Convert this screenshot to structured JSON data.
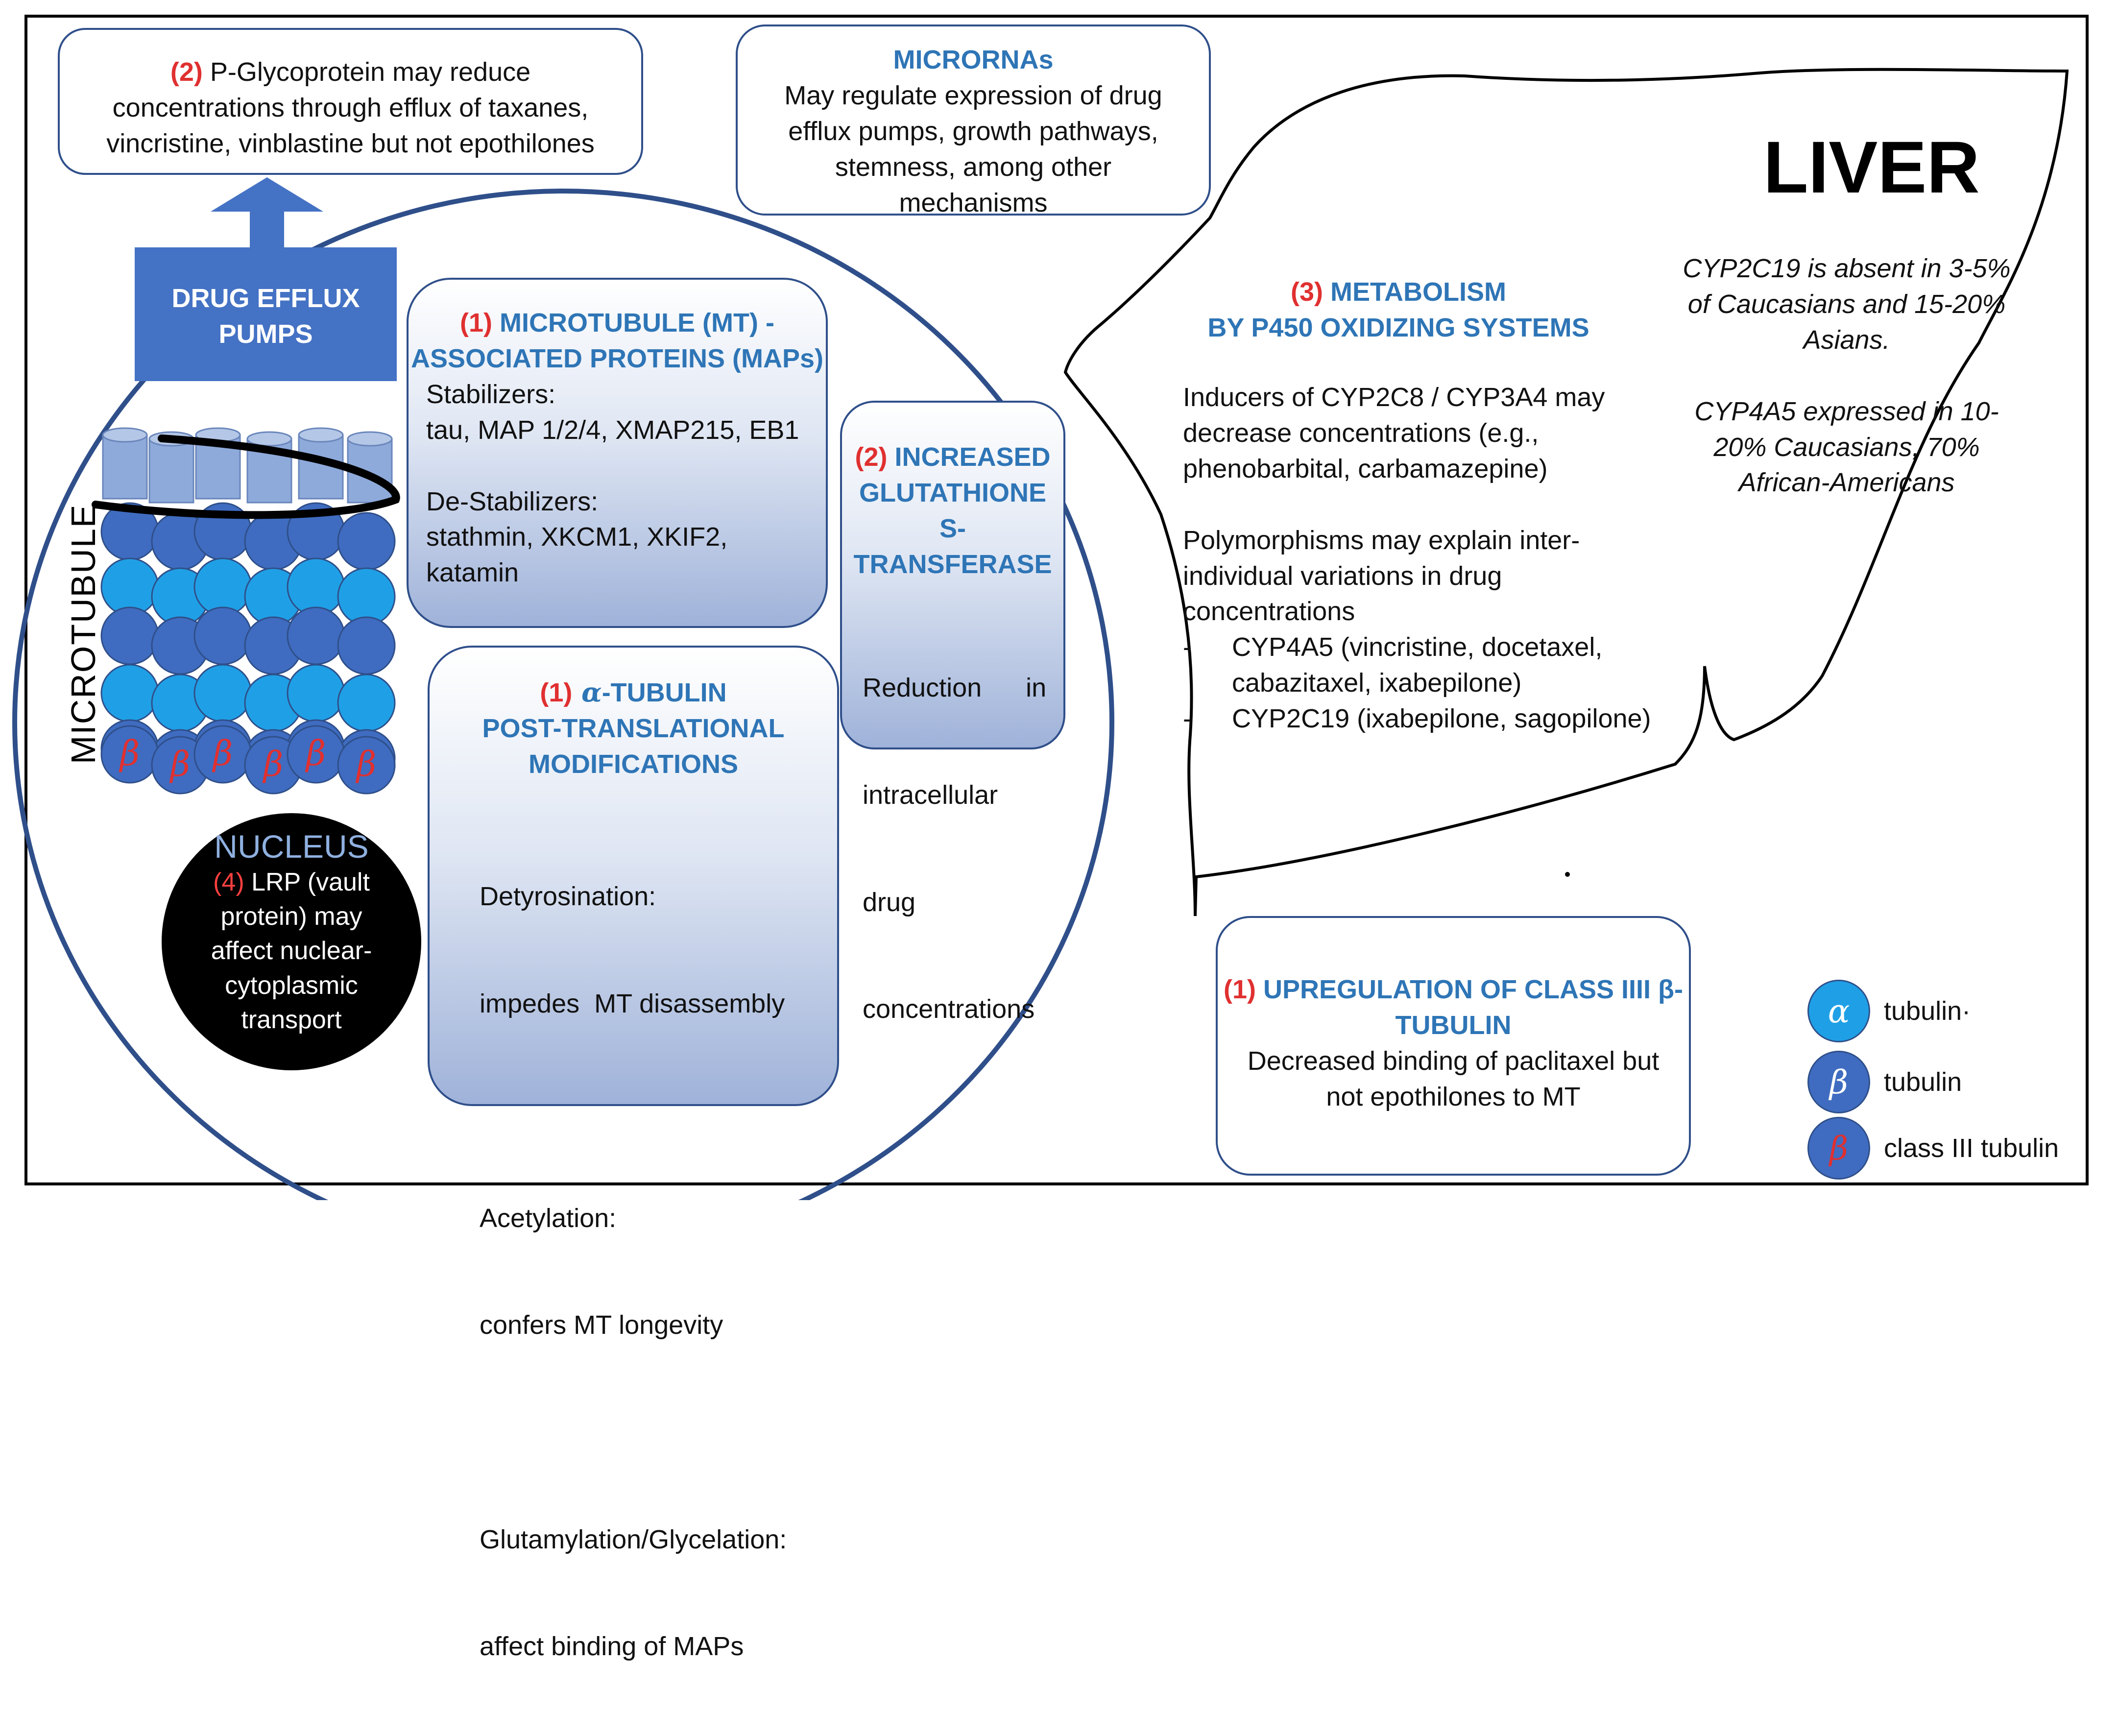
{
  "colors": {
    "blue_text": "#2e75b6",
    "red_text": "#e03030",
    "alpha_tubulin": "#1fa0e6",
    "beta_tubulin": "#3f6cc0",
    "box_border": "#2f4f8a"
  },
  "efflux_box": {
    "num": "(2)",
    "text": [
      " P-Glycoprotein may reduce",
      "concentrations through efflux of taxanes,",
      "vincristine, vinblastine but not epothilones"
    ]
  },
  "micrornas": {
    "title": "MICRORNAs",
    "text": [
      "May regulate expression of drug",
      "efflux pumps, growth pathways,",
      "stemness, among other",
      "mechanisms"
    ]
  },
  "pumps": {
    "label": [
      "DRUG EFFLUX",
      "PUMPS"
    ]
  },
  "maps_box": {
    "num": "(1)",
    "title": [
      " MICROTUBULE (MT) -",
      "ASSOCIATED PROTEINS (MAPs)"
    ],
    "body": [
      "Stabilizers:",
      "tau, MAP 1/2/4, XMAP215, EB1",
      "",
      "De-Stabilizers:",
      "stathmin, XKCM1, XKIF2,",
      "katamin"
    ]
  },
  "gst_box": {
    "num": "(2)",
    "title": [
      " INCREASED",
      "GLUTATHIONE",
      "S-TRANSFERASE"
    ],
    "body": [
      "Reduction      in",
      "intracellular",
      "drug",
      "concentrations"
    ]
  },
  "tubulin_box": {
    "num": "(1)",
    "alpha": " α",
    "title": [
      "-TUBULIN",
      "POST-TRANSLATIONAL",
      "MODIFICATIONS"
    ],
    "body": [
      "Detyrosination:",
      "impedes  MT disassembly",
      "",
      "Acetylation:",
      "confers MT longevity",
      "",
      "Glutamylation/Glycelation:",
      "affect binding of MAPs"
    ]
  },
  "microtubule_label": "MICROTUBULE",
  "nucleus": {
    "title": "NUCLEUS",
    "num": "(4)",
    "text": [
      " LRP (vault",
      "protein) may",
      "affect nuclear-",
      "cytoplasmic",
      "transport"
    ]
  },
  "liver": {
    "title": "LIVER",
    "metabolism": {
      "num": "(3)",
      "title": [
        " METABOLISM",
        "BY P450 OXIDIZING SYSTEMS"
      ]
    },
    "body": [
      "Inducers of CYP2C8 / CYP3A4 may",
      "decrease concentrations (e.g.,",
      "phenobarbital, carbamazepine)",
      "",
      "Polymorphisms may explain inter-",
      "individual variations in drug",
      "concentrations"
    ],
    "bullets": [
      [
        "CYP4A5 (vincristine, docetaxel,",
        "cabazitaxel, ixabepilone)"
      ],
      [
        "CYP2C19 (ixabepilone, sagopilone)"
      ]
    ],
    "notes": [
      "CYP2C19 is absent in 3-5%",
      "of Caucasians and 15-20%",
      "Asians.",
      "",
      "CYP4A5 expressed in 10-",
      "20% Caucasians, 70%",
      "African-Americans"
    ]
  },
  "class3_box": {
    "num": "(1)",
    "title": [
      " UPREGULATION OF CLASS IIII β-",
      "TUBULIN"
    ],
    "body": [
      "Decreased binding of paclitaxel but",
      "not epothilones to MT"
    ]
  },
  "legend": [
    {
      "symbol": "α",
      "label": "tubulin·",
      "icon": "alpha-tubulin-ball"
    },
    {
      "symbol": "β",
      "label": "tubulin",
      "icon": "beta-tubulin-ball"
    },
    {
      "symbol": "β",
      "label": "class III tubulin",
      "icon": "class3-tubulin-ball"
    }
  ]
}
